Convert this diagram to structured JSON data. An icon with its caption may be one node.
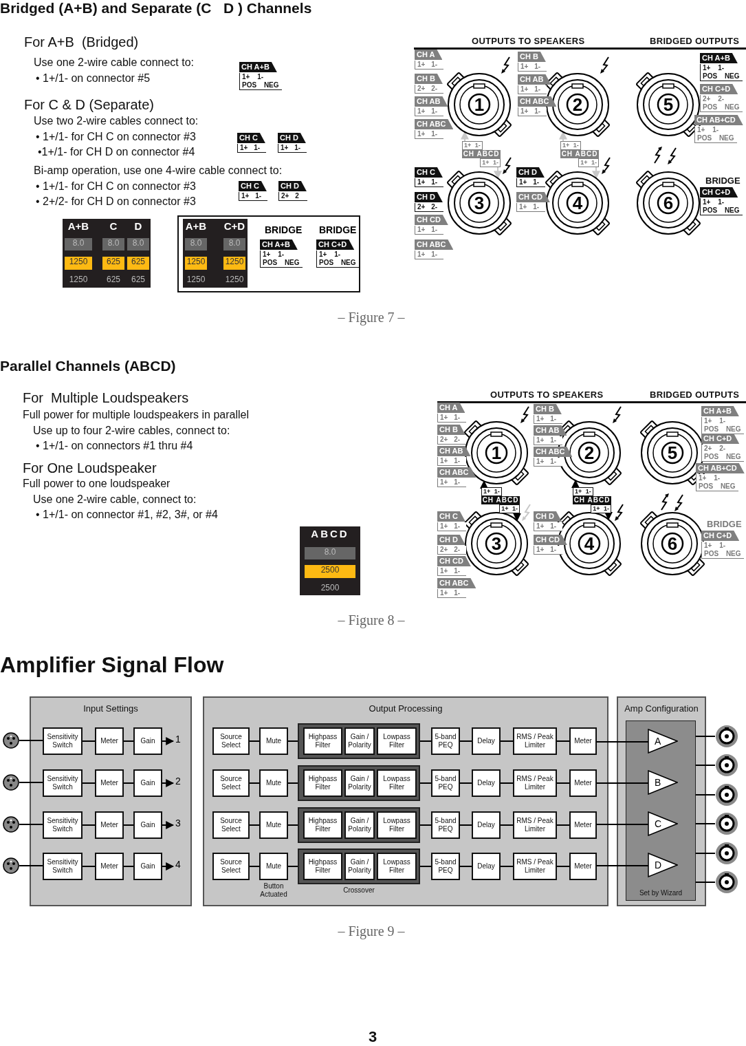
{
  "diagram": {
    "nodes": [
      {
        "text": [
          "1"
        ]
      },
      {
        "text": [
          "2"
        ]
      },
      {
        "text": [
          "5"
        ]
      },
      {
        "text": [
          "3"
        ]
      },
      {
        "text": [
          "4"
        ]
      },
      {
        "text": [
          "6"
        ]
      },
      {
        "text": [
          "1+ 1-",
          "CH ABCD",
          "1+ 1-"
        ]
      },
      {
        "text": [
          "1+ 1-",
          "CH ABCD",
          "1+ 1-"
        ]
      },
      {
        "text": [
          "1"
        ]
      },
      {
        "text": [
          "2"
        ]
      },
      {
        "text": [
          "5"
        ]
      },
      {
        "text": [
          "3"
        ]
      },
      {
        "text": [
          "4"
        ]
      },
      {
        "text": [
          "6"
        ]
      },
      {
        "text": [
          "1+ 1-",
          "CH ABCD",
          "1+ 1-"
        ]
      },
      {
        "text": [
          "1+ 1-",
          "CH ABCD",
          "1+ 1-"
        ]
      },
      {
        "text": [
          "Input Settings"
        ]
      },
      {
        "text": [],
        "shape": "circle"
      },
      {
        "text": [],
        "shape": "circle"
      },
      {
        "text": [],
        "shape": "circle"
      },
      {
        "text": [],
        "shape": "circle"
      },
      {
        "text": [
          "Sensitivity Switch"
        ],
        "in": 16
      },
      {
        "text": [
          "Meter"
        ],
        "in": 16
      },
      {
        "text": [
          "Gain"
        ],
        "in": 16
      },
      {
        "text": [
          "1"
        ],
        "in": 16
      },
      {
        "text": [
          "Sensitivity Switch"
        ],
        "in": 16
      },
      {
        "text": [
          "Meter"
        ],
        "in": 16
      },
      {
        "text": [
          "Gain"
        ],
        "in": 16
      },
      {
        "text": [
          "2"
        ],
        "in": 16
      },
      {
        "text": [
          "Sensitivity Switch"
        ],
        "in": 16
      },
      {
        "text": [
          "Meter"
        ],
        "in": 16
      },
      {
        "text": [
          "Gain"
        ],
        "in": 16
      },
      {
        "text": [
          "3"
        ],
        "in": 16
      },
      {
        "text": [
          "Sensitivity Switch"
        ],
        "in": 16
      },
      {
        "text": [
          "Meter"
        ],
        "in": 16
      },
      {
        "text": [
          "Gain"
        ],
        "in": 16
      },
      {
        "text": [
          "4"
        ],
        "in": 16
      },
      {
        "text": [
          "Output Processing"
        ]
      },
      {
        "text": [
          "Source Select"
        ],
        "in": 37
      },
      {
        "text": [
          "Mute"
        ],
        "in": 37
      },
      {
        "text": [],
        "shape": "box",
        "in": 37
      },
      {
        "text": [
          "Highpass Filter"
        ],
        "in": 40
      },
      {
        "text": [
          "Gain / Polarity"
        ],
        "in": 40
      },
      {
        "text": [
          "Lowpass Filter"
        ],
        "in": 40
      },
      {
        "text": [
          "5-band PEQ"
        ],
        "in": 37
      },
      {
        "text": [
          "Delay"
        ],
        "in": 37
      },
      {
        "text": [
          "RMS / Peak Limiter"
        ],
        "in": 37
      },
      {
        "text": [
          "Meter"
        ],
        "in": 37
      },
      {
        "text": [
          "Source Select"
        ],
        "in": 37
      },
      {
        "text": [
          "Mute"
        ],
        "in": 37
      },
      {
        "text": [],
        "shape": "box",
        "in": 37
      },
      {
        "text": [
          "Highpass Filter"
        ],
        "in": 50
      },
      {
        "text": [
          "Gain / Polarity"
        ],
        "in": 50
      },
      {
        "text": [
          "Lowpass Filter"
        ],
        "in": 50
      },
      {
        "text": [
          "5-band PEQ"
        ],
        "in": 37
      },
      {
        "text": [
          "Delay"
        ],
        "in": 37
      },
      {
        "text": [
          "RMS / Peak Limiter"
        ],
        "in": 37
      },
      {
        "text": [
          "Meter"
        ],
        "in": 37
      },
      {
        "text": [
          "Source Select"
        ],
        "in": 37
      },
      {
        "text": [
          "Mute"
        ],
        "in": 37
      },
      {
        "text": [],
        "shape": "box",
        "in": 37
      },
      {
        "text": [
          "Highpass Filter"
        ],
        "in": 60
      },
      {
        "text": [
          "Gain / Polarity"
        ],
        "in": 60
      },
      {
        "text": [
          "Lowpass Filter"
        ],
        "in": 60
      },
      {
        "text": [
          "5-band PEQ"
        ],
        "in": 37
      },
      {
        "text": [
          "Delay"
        ],
        "in": 37
      },
      {
        "text": [
          "RMS / Peak Limiter"
        ],
        "in": 37
      },
      {
        "text": [
          "Meter"
        ],
        "in": 37
      },
      {
        "text": [
          "Source Select"
        ],
        "in": 37
      },
      {
        "text": [
          "Mute"
        ],
        "in": 37,
        "beside": [
          "Button Actuated"
        ]
      },
      {
        "text": [],
        "shape": "box",
        "in": 37,
        "beside": [
          "Crossover"
        ]
      },
      {
        "text": [
          "Highpass Filter"
        ],
        "in": 70
      },
      {
        "text": [
          "Gain / Polarity"
        ],
        "in": 70
      },
      {
        "text": [
          "Lowpass Filter"
        ],
        "in": 70
      },
      {
        "text": [
          "5-band PEQ"
        ],
        "in": 37
      },
      {
        "text": [
          "Delay"
        ],
        "in": 37
      },
      {
        "text": [
          "RMS / Peak Limiter"
        ],
        "in": 37
      },
      {
        "text": [
          "Meter"
        ],
        "in": 37
      },
      {
        "text": [
          "Amp Configuration"
        ]
      },
      {
        "text": [
          "Set by Wizard"
        ],
        "in": 78
      },
      {
        "text": [
          "A"
        ],
        "in": 79
      },
      {
        "text": [
          "B"
        ],
        "in": 79
      },
      {
        "text": [
          "C"
        ],
        "in": 79
      },
      {
        "text": [
          "D"
        ],
        "in": 79
      },
      {
        "text": [],
        "shape": "circle"
      },
      {
        "text": [],
        "shape": "circle"
      },
      {
        "text": [],
        "shape": "circle"
      },
      {
        "text": [],
        "shape": "circle"
      },
      {
        "text": [],
        "shape": "circle"
      },
      {
        "text": [],
        "shape": "circle"
      }
    ],
    "edges": [
      {
        "from": 6,
        "to": 0,
        "arrow": "to",
        "color": "#c8c8c8"
      },
      {
        "from": 6,
        "to": 3,
        "arrow": "to",
        "color": "#c8c8c8"
      },
      {
        "from": 7,
        "to": 1,
        "arrow": "to",
        "color": "#c8c8c8"
      },
      {
        "from": 7,
        "to": 4,
        "arrow": "to",
        "color": "#c8c8c8"
      },
      {
        "from": 14,
        "to": 8,
        "arrow": "to"
      },
      {
        "from": 14,
        "to": 11,
        "arrow": "to"
      },
      {
        "from": 15,
        "to": 9,
        "arrow": "to"
      },
      {
        "from": 15,
        "to": 12,
        "arrow": "to"
      },
      {
        "from": 17,
        "to": 21,
        "arrow": "none"
      },
      {
        "from": 21,
        "to": 22,
        "arrow": "none"
      },
      {
        "from": 22,
        "to": 23,
        "arrow": "none"
      },
      {
        "from": 23,
        "to": 24,
        "arrow": "to"
      },
      {
        "from": 18,
        "to": 25,
        "arrow": "none"
      },
      {
        "from": 25,
        "to": 26,
        "arrow": "none"
      },
      {
        "from": 26,
        "to": 27,
        "arrow": "none"
      },
      {
        "from": 27,
        "to": 28,
        "arrow": "to"
      },
      {
        "from": 19,
        "to": 29,
        "arrow": "none"
      },
      {
        "from": 29,
        "to": 30,
        "arrow": "none"
      },
      {
        "from": 30,
        "to": 31,
        "arrow": "none"
      },
      {
        "from": 31,
        "to": 32,
        "arrow": "to"
      },
      {
        "from": 20,
        "to": 33,
        "arrow": "none"
      },
      {
        "from": 33,
        "to": 34,
        "arrow": "none"
      },
      {
        "from": 34,
        "to": 35,
        "arrow": "none"
      },
      {
        "from": 35,
        "to": 36,
        "arrow": "to"
      },
      {
        "from": 38,
        "to": 39,
        "arrow": "none"
      },
      {
        "from": 39,
        "to": 40,
        "arrow": "none"
      },
      {
        "from": 40,
        "to": 44,
        "arrow": "none"
      },
      {
        "from": 44,
        "to": 45,
        "arrow": "none"
      },
      {
        "from": 45,
        "to": 46,
        "arrow": "none"
      },
      {
        "from": 46,
        "to": 47,
        "arrow": "none"
      },
      {
        "from": 47,
        "to": 80,
        "arrow": "none"
      },
      {
        "from": 48,
        "to": 49,
        "arrow": "none"
      },
      {
        "from": 49,
        "to": 50,
        "arrow": "none"
      },
      {
        "from": 50,
        "to": 54,
        "arrow": "none"
      },
      {
        "from": 54,
        "to": 55,
        "arrow": "none"
      },
      {
        "from": 55,
        "to": 56,
        "arrow": "none"
      },
      {
        "from": 56,
        "to": 57,
        "arrow": "none"
      },
      {
        "from": 57,
        "to": 81,
        "arrow": "none"
      },
      {
        "from": 58,
        "to": 59,
        "arrow": "none"
      },
      {
        "from": 59,
        "to": 60,
        "arrow": "none"
      },
      {
        "from": 60,
        "to": 64,
        "arrow": "none"
      },
      {
        "from": 64,
        "to": 65,
        "arrow": "none"
      },
      {
        "from": 65,
        "to": 66,
        "arrow": "none"
      },
      {
        "from": 66,
        "to": 67,
        "arrow": "none"
      },
      {
        "from": 67,
        "to": 82,
        "arrow": "none"
      },
      {
        "from": 68,
        "to": 69,
        "arrow": "none"
      },
      {
        "from": 69,
        "to": 70,
        "arrow": "none"
      },
      {
        "from": 70,
        "to": 74,
        "arrow": "none"
      },
      {
        "from": 74,
        "to": 75,
        "arrow": "none"
      },
      {
        "from": 75,
        "to": 76,
        "arrow": "none"
      },
      {
        "from": 76,
        "to": 77,
        "arrow": "none"
      },
      {
        "from": 77,
        "to": 83,
        "arrow": "none"
      },
      {
        "from": 79,
        "to": 84,
        "arrow": "none"
      },
      {
        "from": 79,
        "to": 85,
        "arrow": "none"
      },
      {
        "from": 79,
        "to": 86,
        "arrow": "none"
      },
      {
        "from": 79,
        "to": 87,
        "arrow": "none"
      },
      {
        "from": 79,
        "to": 88,
        "arrow": "none"
      },
      {
        "from": 79,
        "to": 89,
        "arrow": "none"
      }
    ],
    "labels": [
      "Bridged (A+B) and Separate (C   D ) Channels",
      "For A+B  (Bridged)",
      "Use one 2-wire cable connect to:",
      "• 1+/1- on connector #5",
      "CH A+B",
      "1+ 1- POS NEG",
      "For C & D (Separate)",
      "Use two 2-wire cables connect to:",
      "• 1+/1- for CH C on connector #3",
      "•1+/1- for CH D on connector #4",
      "CH C",
      "1+ 1-",
      "CH D",
      "1+ 1-",
      "Bi-amp operation, use one 4-wire cable connect to:",
      "• 1+/1- for CH C on connector #3",
      "• 2+/2- for CH D on connector #3",
      "CH C",
      "1+ 1-",
      "CH D",
      "2+ 2",
      "A+B",
      "C",
      "D",
      "8.0",
      "8.0",
      "8.0",
      "1250",
      "625",
      "625",
      "1250",
      "625",
      "625",
      "A+B",
      "C+D",
      "8.0",
      "8.0",
      "1250",
      "1250",
      "1250",
      "1250",
      "BRIDGE",
      "CH A+B",
      "1+ 1- POS NEG",
      "BRIDGE",
      "CH C+D",
      "1+ 1- POS NEG",
      "OUTPUTS TO SPEAKERS",
      "BRIDGED OUTPUTS",
      "CH A",
      "1+ 1-",
      "CH B",
      "2+ 2-",
      "CH AB",
      "1+ 1-",
      "CH ABC",
      "1+ 1-",
      "CH B",
      "1+ 1-",
      "CH AB",
      "1+ 1-",
      "CH ABC",
      "1+ 1-",
      "CH A+B",
      "1+ 1- POS NEG",
      "CH C+D",
      "2+ 2- POS NEG",
      "CH AB+CD",
      "1+ 1- POS NEG",
      "CH C",
      "1+ 1-",
      "CH D",
      "2+ 2-",
      "CH CD",
      "1+ 1-",
      "CH ABC",
      "1+ 1-",
      "CH D",
      "1+ 1-",
      "CH CD",
      "1+ 1-",
      "BRIDGE",
      "CH C+D",
      "1+ 1- POS NEG",
      "– Figure 7 –",
      "Parallel Channels (ABCD)",
      "For  Multiple Loudspeakers",
      "Full power for multiple loudspeakers in parallel",
      "Use up to four 2-wire cables, connect to:",
      "• 1+/1- on connectors #1 thru #4",
      "For One Loudspeaker",
      "Full power to one loudspeaker",
      "Use one 2-wire cable, connect to:",
      "• 1+/1- on connector #1, #2, 3#, or #4",
      "ABCD",
      "8.0",
      "2500",
      "2500",
      "OUTPUTS TO SPEAKERS",
      "BRIDGED OUTPUTS",
      "CH A",
      "1+ 1-",
      "CH B",
      "2+ 2-",
      "CH AB",
      "1+ 1-",
      "CH ABC",
      "1+ 1-",
      "CH B",
      "1+ 1-",
      "CH AB",
      "1+ 1-",
      "CH ABC",
      "1+ 1-",
      "CH A+B",
      "1+ 1- POS NEG",
      "CH C+D",
      "2+ 2- POS NEG",
      "CH AB+CD",
      "1+ 1- POS NEG",
      "CH C",
      "1+ 1-",
      "CH D",
      "2+ 2-",
      "CH CD",
      "1+ 1-",
      "CH ABC",
      "1+ 1-",
      "CH D",
      "1+ 1-",
      "CH CD",
      "1+ 1-",
      "BRIDGE",
      "CH C+D",
      "1+ 1- POS NEG",
      "– Figure 8 –",
      "Amplifier Signal Flow",
      "– Figure 9 –",
      "3"
    ]
  }
}
